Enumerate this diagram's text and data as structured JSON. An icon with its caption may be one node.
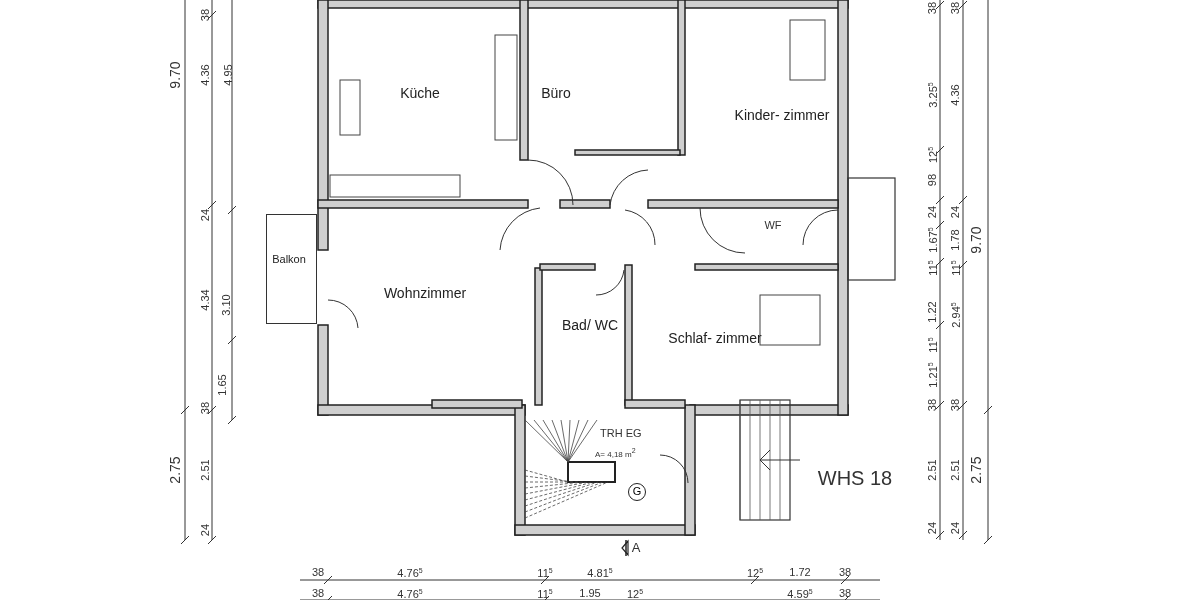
{
  "diagram": {
    "nodes": [
      {
        "text": [
          "Küche"
        ]
      },
      {
        "text": [
          "Büro"
        ]
      },
      {
        "text": [
          "Kinder- zimmer"
        ]
      },
      {
        "text": [
          "Balkon"
        ]
      },
      {
        "text": [
          "Wohnzimmer"
        ]
      },
      {
        "text": [
          "Bad/ WC"
        ]
      },
      {
        "text": [
          "Schlaf- zimmer"
        ]
      },
      {
        "text": [
          "TRH EG",
          "A= 4,18 m$^{2}$"
        ]
      },
      {
        "text": [
          "G"
        ],
        "in": 7
      }
    ],
    "edges": [],
    "labels": [
      "38",
      "9.70",
      "4.36",
      "4.95",
      "24",
      "4.34",
      "3.10",
      "1.65",
      "38",
      "2.75",
      "2.51",
      "24",
      "WF",
      "WHS 18",
      "A",
      "38",
      "3.25$^{5}$",
      "12$^{5}$",
      "98",
      "24",
      "1.67$^{5}$",
      "11$^{5}$",
      "1.22",
      "11$^{5}$",
      "1.21$^{5}$",
      "38",
      "2.51",
      "24",
      "38",
      "4.36",
      "24",
      "1.78",
      "11$^{5}$",
      "2.94$^{5}$",
      "38",
      "2.51",
      "24",
      "9.70",
      "2.75",
      "38",
      "4.76$^{5}$",
      "11$^{5}$",
      "4.81$^{5}$",
      "12$^{5}$",
      "1.72",
      "38",
      "38",
      "4.76$^{5}$",
      "11$^{5}$",
      "1.95",
      "12$^{5}$",
      "4.59$^{5}$",
      "38"
    ]
  }
}
